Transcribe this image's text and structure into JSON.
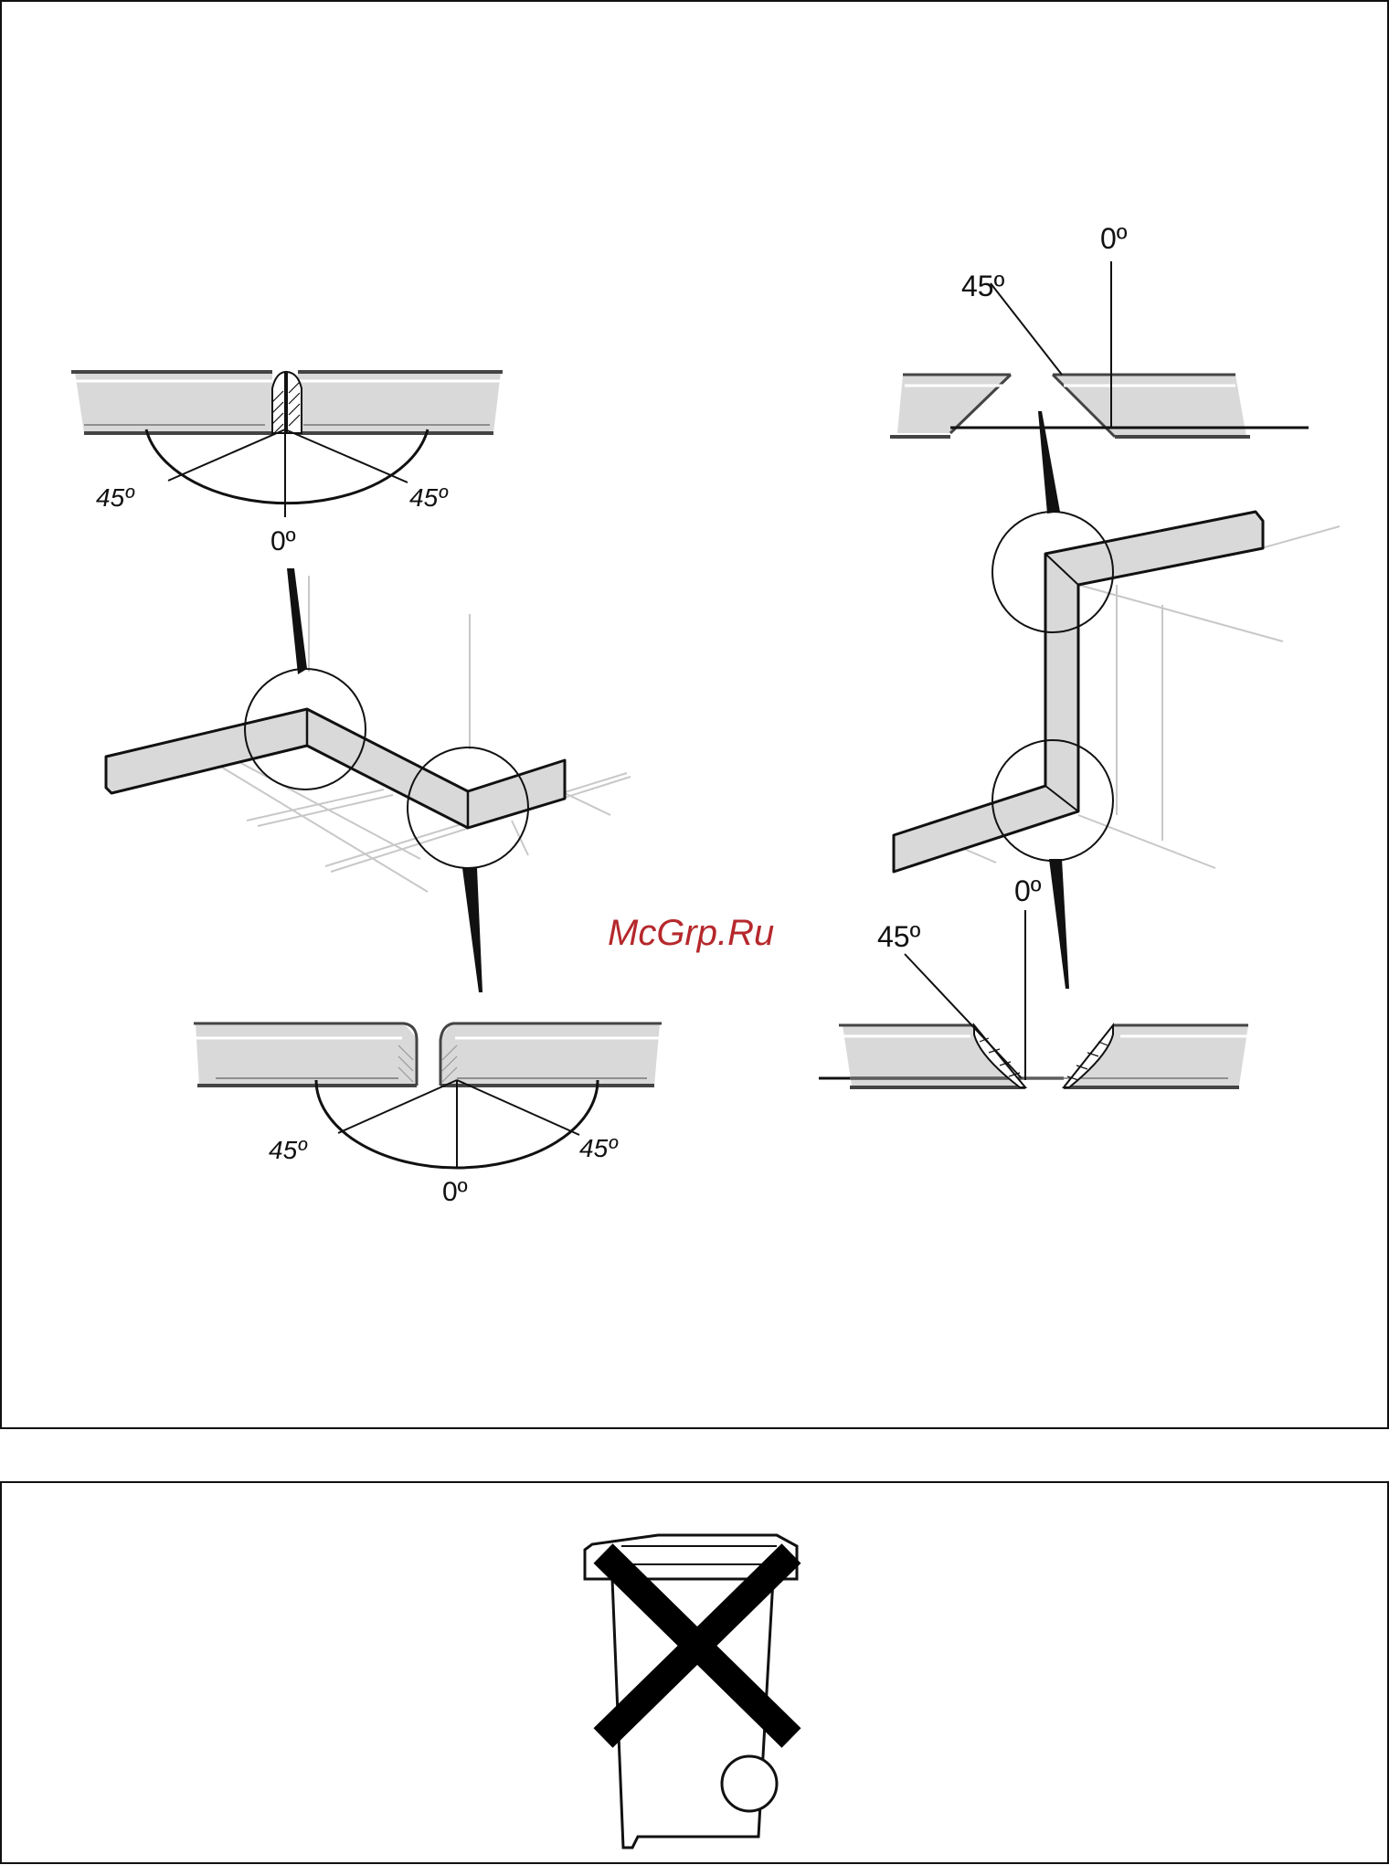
{
  "watermark": "McGrp.Ru",
  "top_panel": {
    "left_top_detail": {
      "left_angle": "45º",
      "center_angle": "0º",
      "right_angle": "45º"
    },
    "left_bottom_detail": {
      "left_angle": "45º",
      "center_angle": "0º",
      "right_angle": "45º"
    },
    "right_top_detail": {
      "angle_45": "45º",
      "angle_0": "0º"
    },
    "right_bottom_detail": {
      "angle_45": "45º",
      "angle_0": "0º"
    }
  },
  "bottom_panel": {
    "symbol": "crossed-out-wheelie-bin-icon"
  },
  "colors": {
    "profile_fill": "#d9d9d9",
    "guide_line": "#c8c8c8",
    "watermark": "#b5282c"
  }
}
